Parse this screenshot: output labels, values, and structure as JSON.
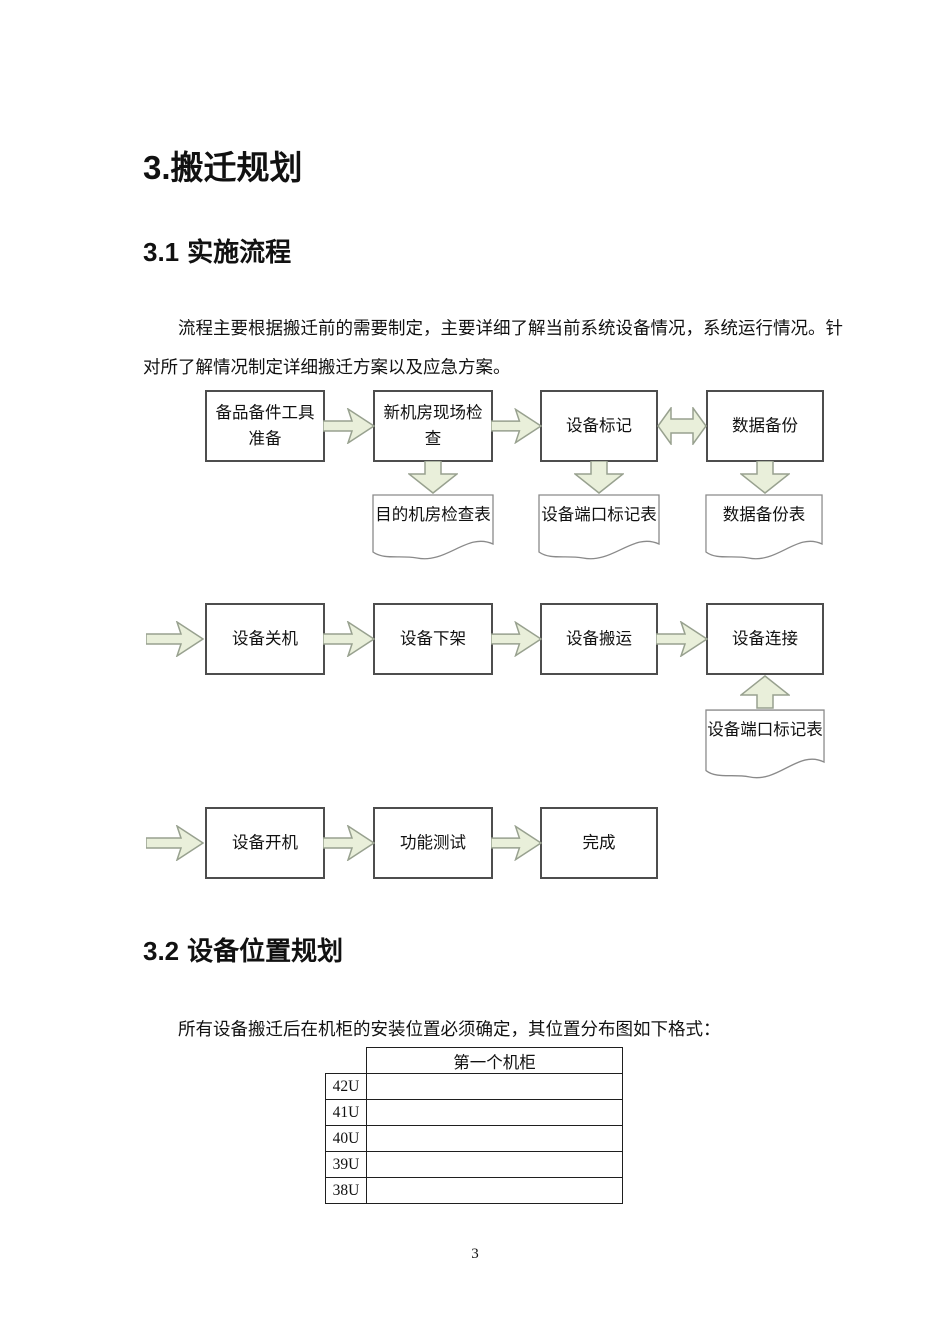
{
  "page": {
    "heading1_num": "3.",
    "heading1_text": "搬迁规划",
    "heading2_1_num": "3.1",
    "heading2_1_text": "实施流程",
    "para1": "流程主要根据搬迁前的需要制定，主要详细了解当前系统设备情况，系统运行情况。针对所了解情况制定详细搬迁方案以及应急方案。",
    "heading2_2_num": "3.2",
    "heading2_2_text": "设备位置规划",
    "para2": "所有设备搬迁后在机柜的安装位置必须确定，其位置分布图如下格式：",
    "page_number": "3"
  },
  "flowchart": {
    "row1": [
      "备品备件工具准备",
      "新机房现场检查",
      "设备标记",
      "数据备份"
    ],
    "docs1": [
      "目的机房检查表",
      "设备端口标记表",
      "数据备份表"
    ],
    "row2": [
      "设备关机",
      "设备下架",
      "设备搬运",
      "设备连接"
    ],
    "doc2": "设备端口标记表",
    "row3": [
      "设备开机",
      "功能测试",
      "完成"
    ],
    "colors": {
      "arrow_fill": "#e9efda",
      "arrow_stroke": "#98a18f",
      "box_border": "#4d4d4d",
      "doc_border": "#8a8a8a"
    }
  },
  "table": {
    "header": "第一个机柜",
    "rows": [
      "42U",
      "41U",
      "40U",
      "39U",
      "38U"
    ]
  }
}
